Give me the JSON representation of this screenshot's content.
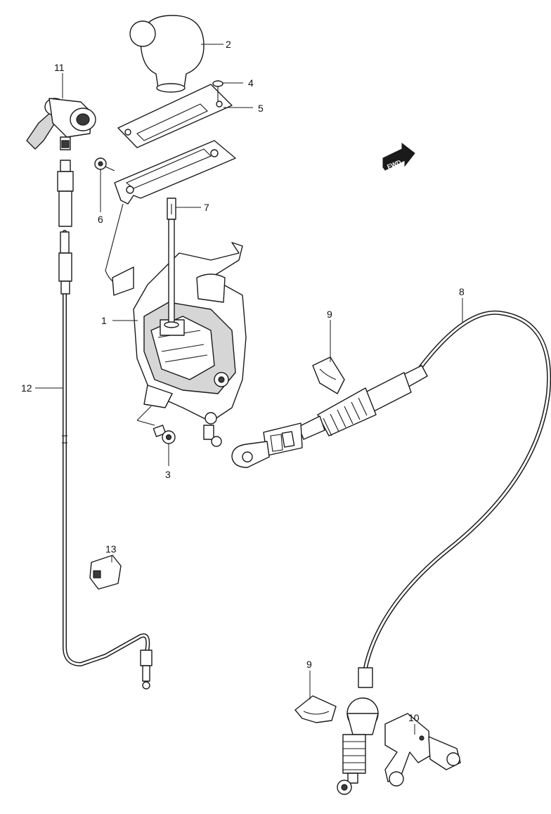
{
  "callouts": {
    "c1": "1",
    "c2": "2",
    "c3": "3",
    "c4": "4",
    "c5": "5",
    "c6": "6",
    "c7": "7",
    "c8": "8",
    "c9a": "9",
    "c9b": "9",
    "c10": "10",
    "c11": "11",
    "c12": "12",
    "c13": "13"
  },
  "fwd_label": "FWD",
  "colors": {
    "ink": "#1a1a1a",
    "fill": "#ffffff",
    "shade": "#d6d6d6"
  }
}
